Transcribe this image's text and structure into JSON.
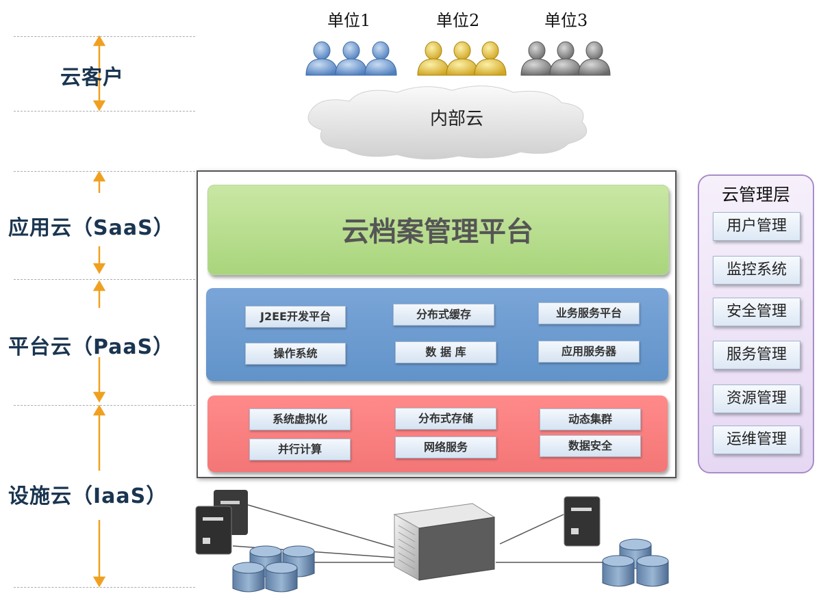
{
  "units": [
    {
      "label": "单位1",
      "color": "#6f9ad0"
    },
    {
      "label": "单位2",
      "color": "#e8c53a"
    },
    {
      "label": "单位3",
      "color": "#8a8a8a"
    }
  ],
  "cloud": {
    "label": "内部云"
  },
  "layers": {
    "client": "云客户",
    "saas": "应用云（SaaS）",
    "paas": "平台云（PaaS）",
    "iaas": "设施云（IaaS）"
  },
  "saas": {
    "title": "云档案管理平台"
  },
  "paas": {
    "items": [
      "J2EE开发平台",
      "分布式缓存",
      "业务服务平台",
      "操作系统",
      "数 据 库",
      "应用服务器"
    ]
  },
  "iaas": {
    "items": [
      "系统虚拟化",
      "分布式存储",
      "动态集群",
      "并行计算",
      "网络服务",
      "数据安全"
    ]
  },
  "management": {
    "title": "云管理层",
    "items": [
      "用户管理",
      "监控系统",
      "安全管理",
      "服务管理",
      "资源管理",
      "运维管理"
    ]
  },
  "colors": {
    "arrow": "#f0a020",
    "saas_band": "#b5dc8a",
    "paas_band": "#6b9bd0",
    "iaas_band": "#f77f7f",
    "mgmt_border": "#a88cc9",
    "label_text": "#1a3550"
  },
  "icons": [
    "user-group-icon",
    "cloud-icon",
    "server-icon",
    "database-icon",
    "mainframe-icon",
    "arrow-icon"
  ]
}
